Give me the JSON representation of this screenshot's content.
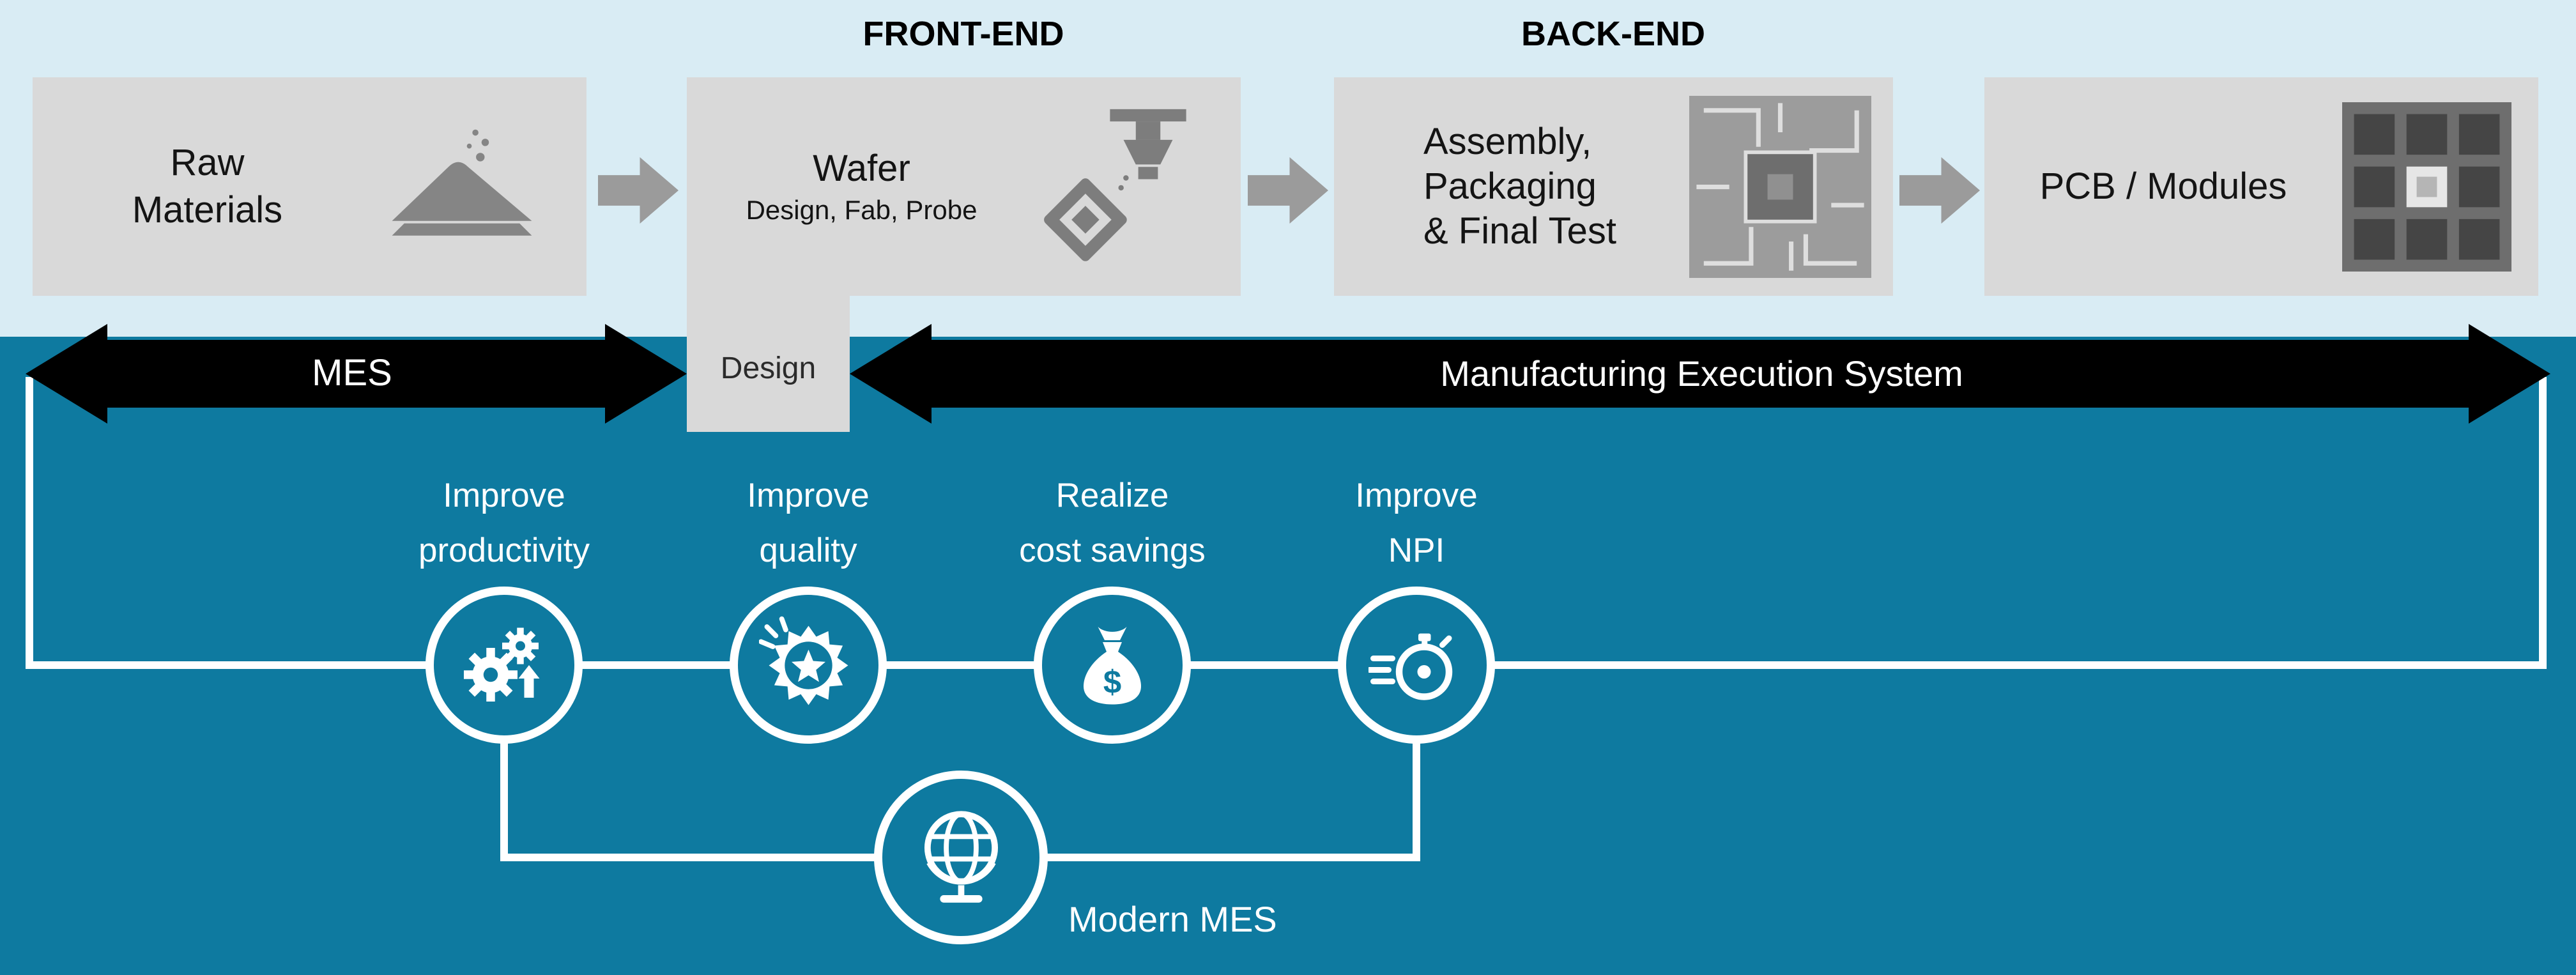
{
  "colors": {
    "top_background": "#d9ecf4",
    "bottom_background": "#0e7aa0",
    "process_box": "#d9d9d9",
    "flow_arrow": "#9b9b9b",
    "mes_band": "#000000",
    "lines_and_icons": "#ffffff",
    "box_icon_gray": "#858585"
  },
  "stage_headers": {
    "front_end": "FRONT-END",
    "back_end": "BACK-END"
  },
  "process_flow": {
    "boxes": [
      {
        "line1": "Raw",
        "line2": "Materials",
        "icon": "raw-materials-pile-icon"
      },
      {
        "line1": "Wafer",
        "line2": "Design, Fab, Probe",
        "icon": "wafer-pick-and-place-icon"
      },
      {
        "line1": "Assembly,",
        "line2": "Packaging",
        "line3": "& Final Test",
        "icon": "packaged-chip-icon"
      },
      {
        "line1": "PCB / Modules",
        "icon": "pcb-modules-grid-icon"
      }
    ]
  },
  "mes_bands": {
    "left_label": "MES",
    "right_label": "Manufacturing Execution System",
    "design_label": "Design"
  },
  "benefits": [
    {
      "line1": "Improve",
      "line2": "productivity",
      "icon": "gears-up-arrow-icon"
    },
    {
      "line1": "Improve",
      "line2": "quality",
      "icon": "quality-badge-icon"
    },
    {
      "line1": "Realize",
      "line2": "cost savings",
      "icon": "money-bag-icon",
      "symbol": "$"
    },
    {
      "line1": "Improve",
      "line2": "NPI",
      "icon": "stopwatch-icon"
    }
  ],
  "modern_mes": {
    "label": "Modern MES",
    "icon": "desk-globe-icon"
  }
}
